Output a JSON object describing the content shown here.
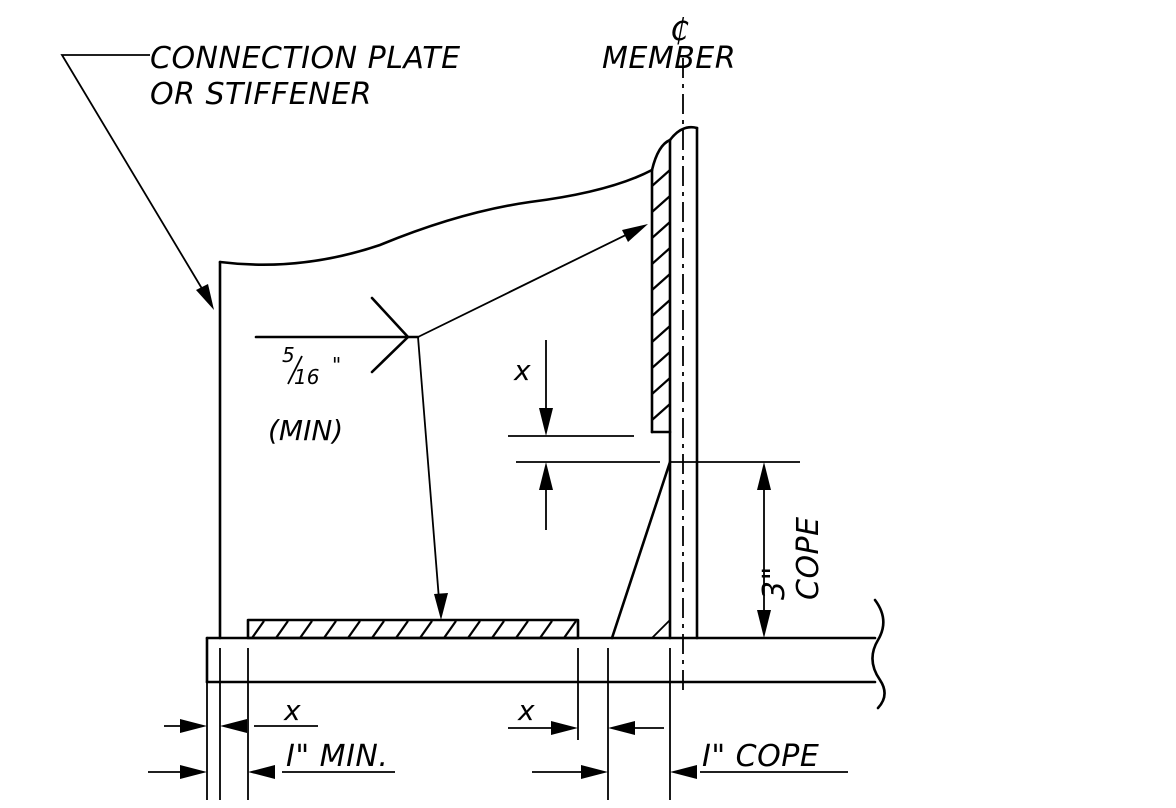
{
  "labels": {
    "connection_plate_line1": "CONNECTION PLATE",
    "connection_plate_line2": "OR STIFFENER",
    "centerline_symbol": "₵",
    "member": "MEMBER",
    "weld_size_num": "5",
    "weld_size_den": "16",
    "weld_size_unit": "\"",
    "weld_min": "(MIN)",
    "dim_x": "x",
    "cope_3in": "3\"",
    "cope_word": "COPE",
    "one_inch_min": "I\" MIN.",
    "one_inch_cope": "I\" COPE"
  }
}
